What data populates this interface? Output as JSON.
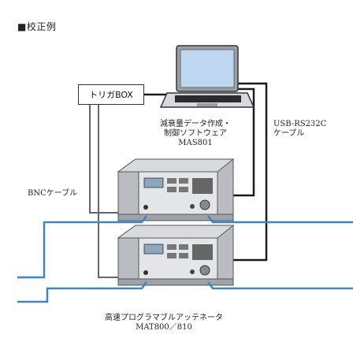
{
  "heading": "■校正例",
  "trigger_box": "トリガBOX",
  "software_label": [
    "減衰量データ作成・",
    "制御ソフトウェア",
    "MAS801"
  ],
  "usb_label": [
    "USB-RS232C",
    "ケーブル"
  ],
  "bnc_label": "BNCケーブル",
  "product_label": [
    "高速プログラマブルアッテネータ",
    "MAT800／810"
  ],
  "colors": {
    "blue_line": "#3a86c8",
    "black_line": "#1a1a1a",
    "gray_line": "#555555",
    "device_body": "#c9ccd0",
    "screen": "#bcd7ef"
  }
}
